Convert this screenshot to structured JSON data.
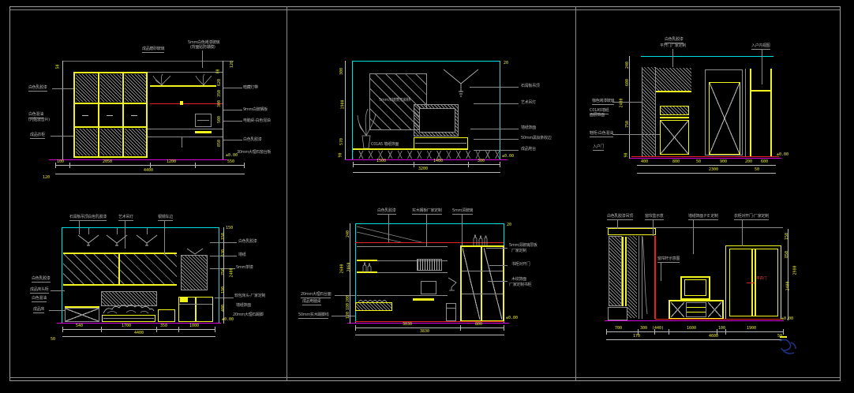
{
  "colors": {
    "background": "#000000",
    "sheet_frame": "#9c9c9c",
    "outline_yellow": "#f2f21e",
    "ceiling_cyan": "#00e0e0",
    "floor_magenta": "#d800d8",
    "accent_red": "#e02222",
    "dim_text": "#e8e838",
    "label_text": "#b5b5b5",
    "watermark_blue": "#20307f"
  },
  "panels": {
    "p1": {
      "top": [
        "成品磨砂玻璃",
        "5mm白色烤漆玻璃",
        "(背面贴防爆膜)"
      ],
      "left": [
        "白色乳胶漆",
        "白色混油",
        "(内贴波音片)",
        "成品衣柜"
      ],
      "right": [
        "暗藏灯带",
        "9mm白玻搁板",
        "电脑桌-白色混油",
        "白色乳胶漆",
        "30mm大理石窗台板"
      ],
      "vdims": [
        "80",
        "620",
        "350",
        "300",
        "500",
        "850"
      ],
      "vside": [
        "120",
        "50"
      ],
      "hdims": [
        "100",
        "2050",
        "1200",
        "550"
      ],
      "htotal": "4400",
      "hsub": "120",
      "level": "±0.00"
    },
    "p2": {
      "inner": [
        "5mm灰镜菱形斜拼",
        "C01A5 墙纸饰面"
      ],
      "right": [
        "石膏板吊顶",
        "艺术吊灯",
        "墙纸饰面",
        "50mm黑钛条收边",
        "成品地台"
      ],
      "vdims": [
        "300",
        "1900",
        "570",
        "90"
      ],
      "hdims": [
        "1500",
        "1400",
        "300"
      ],
      "htotal": "3200",
      "corner": "20",
      "level": "±0.00"
    },
    "p3": {
      "top": [
        "白色乳胶漆",
        "平开门厂家定制",
        "入户内视图"
      ],
      "left": [
        "咖色烤漆玻璃",
        "C01A5墙纸",
        "面层饰面",
        "鞋柜-白色混油",
        "入户门"
      ],
      "vdims": [
        "240",
        "600",
        "750",
        "90"
      ],
      "vtotal": "2400",
      "hdims": [
        "400",
        "800",
        "50",
        "900",
        "200",
        "600"
      ],
      "htotal": "2300",
      "hsub": "50",
      "level": "±0.00"
    },
    "p4": {
      "top": [
        "石膏板吊顶白色乳胶漆",
        "艺术吊灯",
        "银镜车边"
      ],
      "left": [
        "白色乳胶漆",
        "成品床头柜",
        "白色混油",
        "成品床"
      ],
      "right": [
        "白色乳胶漆",
        "墙纸",
        "5mm茶镜",
        "软包床头-厂家定制",
        "墙纸饰面",
        "20mm大理石踢脚"
      ],
      "vdims": [
        "150",
        "630",
        "750",
        "190",
        "400"
      ],
      "vtotal": "2400",
      "corner": "150",
      "hdims": [
        "540",
        "1700",
        "350",
        "1000"
      ],
      "htotal": "4400",
      "hsub": "50",
      "level": "±0.00"
    },
    "p5": {
      "top": [
        "白色乳胶漆",
        "实木搁板厂家定制",
        "5mm清玻璃"
      ],
      "left": [
        "20mm大理石台面",
        "成品电脑桌",
        "50mm实木踢脚线"
      ],
      "right": [
        "5mm清玻璃层板",
        "厂家定制",
        "书柜对开门",
        "木纹饰面",
        "厂家定制书柜"
      ],
      "vdims": [
        "240",
        "2060",
        "200",
        "180",
        "120"
      ],
      "vtotal": "2600",
      "corner": "20",
      "hdims": [
        "3030",
        "800"
      ],
      "htotal": "3830",
      "level": "±0.00"
    },
    "p6": {
      "top": [
        "白色乳胶漆吊顶",
        "窗帘盒示意",
        "墙纸饰面 P E 定制",
        "衣柜对开门-厂家定制"
      ],
      "mid": [
        "窗帘杆示意图",
        "平开门"
      ],
      "vdims": [
        "150",
        "850",
        "2400"
      ],
      "vtotal": "2980",
      "hdims": [
        "700",
        "300",
        "(440)",
        "1600",
        "100",
        "1900"
      ],
      "htotal": "4600",
      "hsub_left": "170",
      "hsub_right": "50",
      "level": "±0.00"
    }
  }
}
